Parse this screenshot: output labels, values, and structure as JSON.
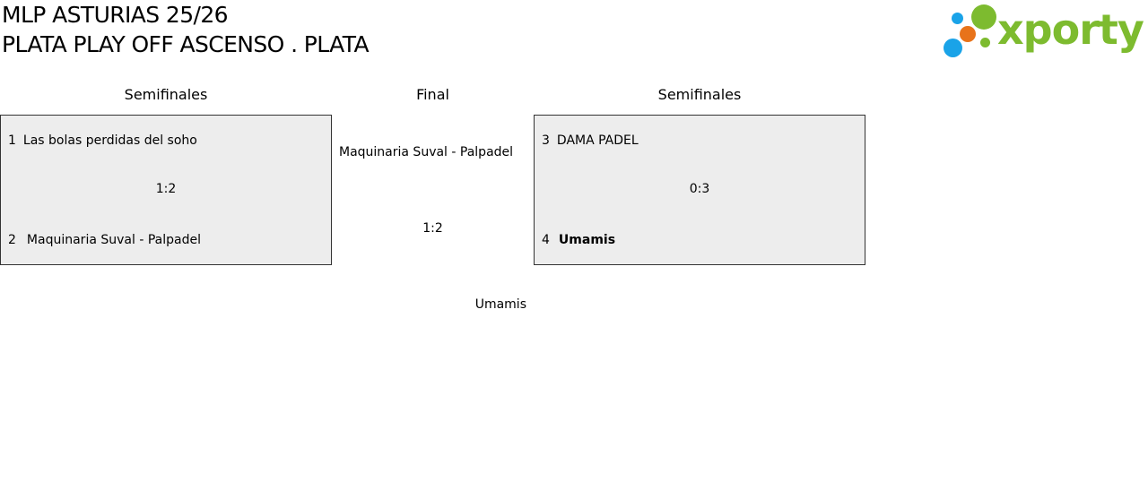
{
  "header": {
    "title_line1": "MLP ASTURIAS 25/26",
    "title_line2": "PLATA PLAY OFF ASCENSO . PLATA"
  },
  "logo": {
    "text": "xporty",
    "brand_green": "#7dbb2f",
    "dot_blue": "#1aa3e8",
    "dot_orange": "#e8731a"
  },
  "bracket": {
    "left_heading": "Semifinales",
    "center_heading": "Final",
    "right_heading": "Semifinales",
    "semi_left": {
      "team1": {
        "seed": "1",
        "name": "Las bolas perdidas del soho"
      },
      "team2": {
        "seed": "2",
        "name": "Maquinaria Suval - Palpadel"
      },
      "score": "1:2"
    },
    "semi_right": {
      "team1": {
        "seed": "3",
        "name": "DAMA PADEL"
      },
      "team2": {
        "seed": "4",
        "name": "Umamis"
      },
      "score": "0:3"
    },
    "final": {
      "team1": "Maquinaria Suval - Palpadel",
      "score": "1:2",
      "team2": "Umamis"
    }
  },
  "colors": {
    "box_bg": "#ededed",
    "box_border": "#333333"
  }
}
